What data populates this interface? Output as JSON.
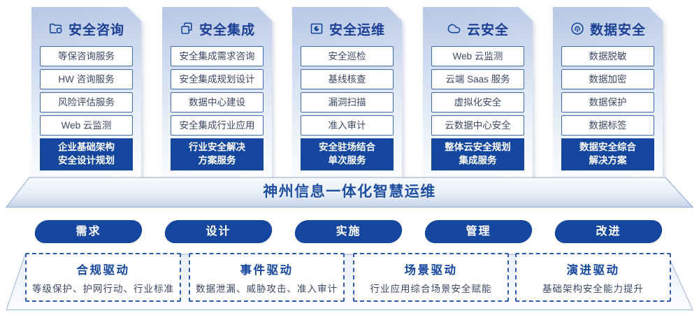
{
  "palette": {
    "primary": "#15479E",
    "column_title_text": "#1B3F94",
    "item_text": "#3D4966",
    "item_border": "#4069B1",
    "dashed_border": "#2E5CAE",
    "banner_text": "#1D4FA1"
  },
  "columns": [
    {
      "icon": "folder-shield-icon",
      "title": "安全咨询",
      "items": [
        "等保咨询服务",
        "HW 咨询服务",
        "风险评估服务",
        "Web 云监测"
      ],
      "highlight": [
        "企业基础架构",
        "安全设计规划"
      ]
    },
    {
      "icon": "copy-icon",
      "title": "安全集成",
      "items": [
        "安全集成需求咨询",
        "安全集成规划设计",
        "数据中心建设",
        "安全集成行业应用"
      ],
      "highlight": [
        "行业安全解决",
        "方案服务"
      ]
    },
    {
      "icon": "folder-clock-icon",
      "title": "安全运维",
      "items": [
        "安全巡检",
        "基线核查",
        "漏洞扫描",
        "准入审计"
      ],
      "highlight": [
        "安全驻场结合",
        "单次服务"
      ]
    },
    {
      "icon": "cloud-icon",
      "title": "云安全",
      "items": [
        "Web 云监测",
        "云端 Saas 服务",
        "虚拟化安全",
        "云数据中心安全"
      ],
      "highlight": [
        "整体云安全规划",
        "集成服务"
      ]
    },
    {
      "icon": "fingerprint-icon",
      "title": "数据安全",
      "items": [
        "数据脱敏",
        "数据加密",
        "数据保护",
        "数据标签"
      ],
      "highlight": [
        "数据安全综合",
        "解决方案"
      ]
    }
  ],
  "banner": {
    "title": "神州信息一体化智慧运维"
  },
  "process_steps": [
    "需求",
    "设计",
    "实施",
    "管理",
    "改进"
  ],
  "drivers": [
    {
      "title": "合规驱动",
      "desc": "等级保护、护网行动、行业标准"
    },
    {
      "title": "事件驱动",
      "desc": "数据泄漏、威胁攻击、准入审计"
    },
    {
      "title": "场景驱动",
      "desc": "行业应用综合场景安全赋能"
    },
    {
      "title": "演进驱动",
      "desc": "基础架构安全能力提升"
    }
  ]
}
